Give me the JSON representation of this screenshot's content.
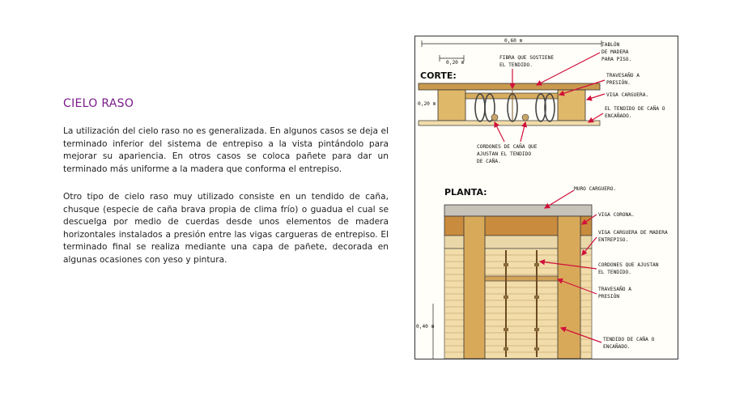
{
  "title": "CIELO RASO",
  "paragraphs": [
    "La utilización del cielo raso no es generalizada. En algunos casos se deja el terminado inferior del sistema de entrepiso a la vista pintándolo para mejorar su apariencia. En otros casos se coloca pañete para dar un terminado más uniforme a la madera que conforma el entrepiso.",
    "Otro tipo de cielo raso muy utilizado consiste en un tendido de caña, chusque (especie de caña brava propia de clima frío) o guadua el cual se descuelga por medio de cuerdas desde unos elementos de madera horizontales instalados a presión entre las vigas cargueras de entrepiso. El terminado final se realiza mediante una capa de pañete, decorada en algunas ocasiones con yeso y pintura."
  ],
  "figure": {
    "corte": {
      "heading": "CORTE:",
      "dim_top": "0,60 m",
      "dim_left": "0,20 m",
      "dim_side": "0,20 m",
      "labels": {
        "tablon": [
          "TABLÓN",
          "DE MADERA",
          "PARA PISO."
        ],
        "fibra": [
          "FIBRA QUE SOSTIENE",
          "EL TENDIDO."
        ],
        "travesano": [
          "TRAVESAÑO A",
          "PRESIÓN."
        ],
        "viga": [
          "VIGA CARGUERA."
        ],
        "tendido": [
          "EL TENDIDO DE CAÑA O",
          "ENCAÑADO."
        ],
        "cordones": [
          "CORDONES DE CAÑA QUE",
          "AJUSTAN EL TENDIDO",
          "DE CAÑA."
        ]
      }
    },
    "planta": {
      "heading": "PLANTA:",
      "dim_side": "0,40 m",
      "labels": {
        "muro": [
          "MURO CARGUERO."
        ],
        "corona": [
          "VIGA CORONA."
        ],
        "viga": [
          "VIGA CARGUERA DE MADERA",
          "ENTREPISO."
        ],
        "cordones": [
          "CORDONES QUE AJUSTAN",
          "EL TENDIDO."
        ],
        "travesano": [
          "TRAVESAÑO A",
          "PRESIÓN"
        ],
        "tendido": [
          "TENDIDO DE CAÑA O",
          "ENCAÑADO."
        ]
      }
    }
  },
  "colors": {
    "title": "#7a1a8a",
    "arrow": "#d0103a",
    "wood": "#c99a4e",
    "cane": "#f1dcaa"
  }
}
